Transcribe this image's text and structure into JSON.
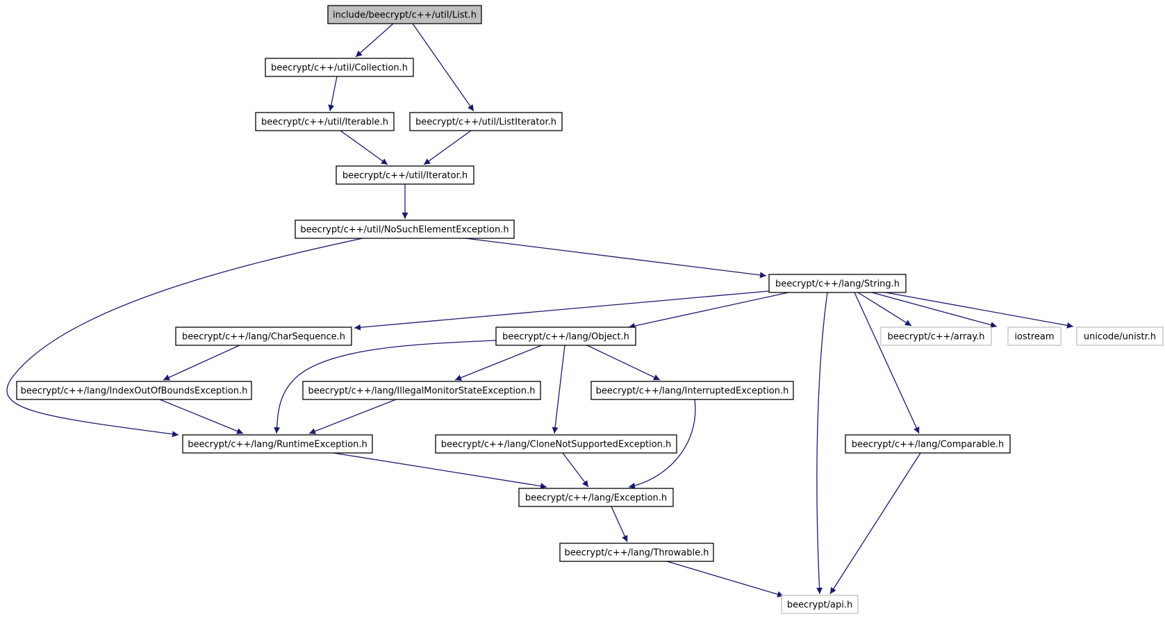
{
  "diagram": {
    "nodes": [
      {
        "id": "list",
        "label": "include/beecrypt/c++/util/List.h",
        "kind": "root"
      },
      {
        "id": "collection",
        "label": "beecrypt/c++/util/Collection.h",
        "kind": "internal"
      },
      {
        "id": "iterable",
        "label": "beecrypt/c++/util/Iterable.h",
        "kind": "internal"
      },
      {
        "id": "listiterator",
        "label": "beecrypt/c++/util/ListIterator.h",
        "kind": "internal"
      },
      {
        "id": "iterator",
        "label": "beecrypt/c++/util/Iterator.h",
        "kind": "internal"
      },
      {
        "id": "nosuch",
        "label": "beecrypt/c++/util/NoSuchElementException.h",
        "kind": "internal"
      },
      {
        "id": "string",
        "label": "beecrypt/c++/lang/String.h",
        "kind": "internal"
      },
      {
        "id": "charseq",
        "label": "beecrypt/c++/lang/CharSequence.h",
        "kind": "internal"
      },
      {
        "id": "object",
        "label": "beecrypt/c++/lang/Object.h",
        "kind": "internal"
      },
      {
        "id": "array",
        "label": "beecrypt/c++/array.h",
        "kind": "external"
      },
      {
        "id": "iostream",
        "label": "iostream",
        "kind": "external"
      },
      {
        "id": "unistr",
        "label": "unicode/unistr.h",
        "kind": "external"
      },
      {
        "id": "ioob",
        "label": "beecrypt/c++/lang/IndexOutOfBoundsException.h",
        "kind": "internal"
      },
      {
        "id": "illegalmon",
        "label": "beecrypt/c++/lang/IllegalMonitorStateException.h",
        "kind": "internal"
      },
      {
        "id": "interrupted",
        "label": "beecrypt/c++/lang/InterruptedException.h",
        "kind": "internal"
      },
      {
        "id": "runtime",
        "label": "beecrypt/c++/lang/RuntimeException.h",
        "kind": "internal"
      },
      {
        "id": "clonenot",
        "label": "beecrypt/c++/lang/CloneNotSupportedException.h",
        "kind": "internal"
      },
      {
        "id": "comparable",
        "label": "beecrypt/c++/lang/Comparable.h",
        "kind": "internal"
      },
      {
        "id": "exception",
        "label": "beecrypt/c++/lang/Exception.h",
        "kind": "internal"
      },
      {
        "id": "throwable",
        "label": "beecrypt/c++/lang/Throwable.h",
        "kind": "internal"
      },
      {
        "id": "api",
        "label": "beecrypt/api.h",
        "kind": "external"
      }
    ],
    "edges": [
      {
        "from": "list",
        "to": "collection"
      },
      {
        "from": "list",
        "to": "listiterator"
      },
      {
        "from": "collection",
        "to": "iterable"
      },
      {
        "from": "iterable",
        "to": "iterator"
      },
      {
        "from": "listiterator",
        "to": "iterator"
      },
      {
        "from": "iterator",
        "to": "nosuch"
      },
      {
        "from": "nosuch",
        "to": "runtime"
      },
      {
        "from": "nosuch",
        "to": "string"
      },
      {
        "from": "string",
        "to": "charseq"
      },
      {
        "from": "string",
        "to": "object"
      },
      {
        "from": "string",
        "to": "array"
      },
      {
        "from": "string",
        "to": "iostream"
      },
      {
        "from": "string",
        "to": "unistr"
      },
      {
        "from": "string",
        "to": "api"
      },
      {
        "from": "string",
        "to": "comparable"
      },
      {
        "from": "charseq",
        "to": "ioob"
      },
      {
        "from": "object",
        "to": "runtime"
      },
      {
        "from": "object",
        "to": "illegalmon"
      },
      {
        "from": "object",
        "to": "clonenot"
      },
      {
        "from": "object",
        "to": "interrupted"
      },
      {
        "from": "ioob",
        "to": "runtime"
      },
      {
        "from": "illegalmon",
        "to": "runtime"
      },
      {
        "from": "interrupted",
        "to": "exception"
      },
      {
        "from": "clonenot",
        "to": "exception"
      },
      {
        "from": "runtime",
        "to": "exception"
      },
      {
        "from": "exception",
        "to": "throwable"
      },
      {
        "from": "throwable",
        "to": "api"
      },
      {
        "from": "comparable",
        "to": "api"
      }
    ],
    "colors": {
      "edge": "#191970",
      "root_fill": "#bfbfbf",
      "external_border": "#bfbfbf",
      "border": "#000000"
    }
  }
}
